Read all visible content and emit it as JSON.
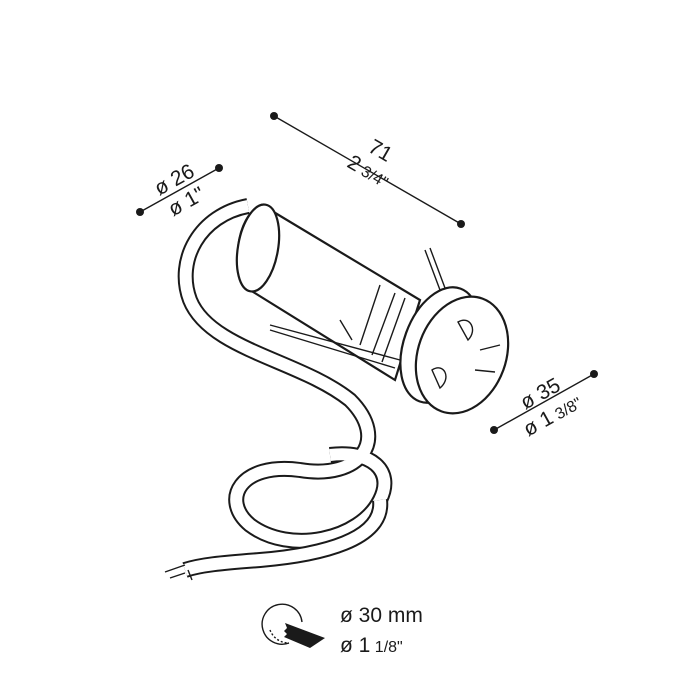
{
  "dimensions": {
    "length": {
      "metric": "71",
      "imperial_whole": "2",
      "imperial_fraction": "3/4\""
    },
    "body_diameter": {
      "metric": "ø 26",
      "imperial": "ø 1\""
    },
    "head_diameter": {
      "metric": "ø 35",
      "imperial_whole": "ø 1",
      "imperial_fraction": "3/8\""
    }
  },
  "cutout": {
    "icon": "hole-saw-icon",
    "metric": "ø 30 mm",
    "imperial_whole": "ø 1",
    "imperial_fraction": "1/8\""
  },
  "colors": {
    "ink": "#1a1a1a",
    "background": "#ffffff"
  }
}
